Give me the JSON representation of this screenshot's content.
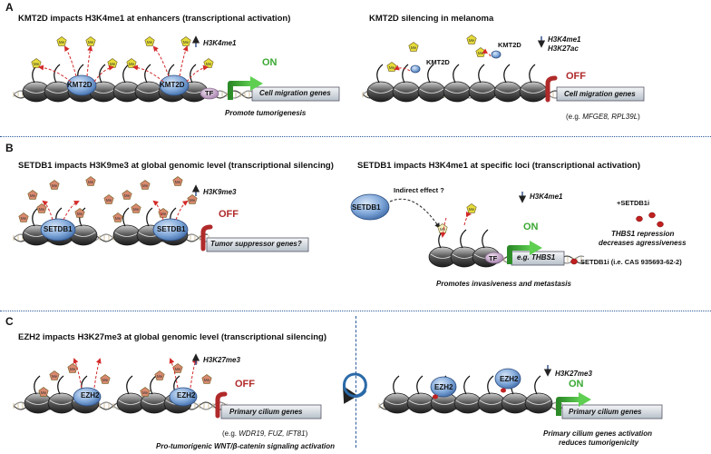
{
  "panels": {
    "a": {
      "letter": "A",
      "left": {
        "title": "KMT2D impacts H3K4me1 at enhancers (transcriptional activation)",
        "mark": "H3K4me1",
        "enzyme": "KMT2D",
        "tf": "TF",
        "state": "ON",
        "gene_box": "Cell migration genes",
        "caption": "Promote tumorigenesis"
      },
      "right": {
        "title": "KMT2D silencing in melanoma",
        "mark_1": "H3K4me1",
        "mark_2": "H3K27ac",
        "enzyme": "KMT2D",
        "state": "OFF",
        "gene_box": "Cell migration genes",
        "eg_prefix": "(e.g. ",
        "eg_genes": "MFGE8, RPL39L",
        "eg_suffix": ")"
      }
    },
    "b": {
      "letter": "B",
      "left": {
        "title": "SETDB1 impacts H3K9me3 at global genomic level (transcriptional silencing)",
        "mark": "H3K9me3",
        "enzyme": "SETDB1",
        "state": "OFF",
        "gene_box": "Tumor suppressor genes?"
      },
      "right": {
        "title": "SETDB1 impacts H3K4me1 at specific loci (transcriptional activation)",
        "mark": "H3K4me1",
        "enzyme": "SETDB1",
        "indirect": "Indirect effect ?",
        "tf": "TF",
        "state": "ON",
        "gene_box": "e.g. THBS1",
        "inhibitor_plus": "+SETDB1i",
        "repression_gene": "THBS1",
        "repression_rest": " repression",
        "repression_line2": "decreases agressiveness",
        "inhibitor_legend": "SETDB1i (i.e. CAS 935693-62-2)",
        "caption": "Promotes invasiveness and metastasis"
      }
    },
    "c": {
      "letter": "C",
      "left": {
        "title": "EZH2 impacts H3K27me3 at global genomic level (transcriptional silencing)",
        "mark": "H3K27me3",
        "enzyme": "EZH2",
        "state": "OFF",
        "gene_box": "Primary cilium genes",
        "eg_prefix": "(e.g. ",
        "eg_genes": "WDR19, FUZ, IFT81",
        "eg_suffix": ")",
        "caption": "Pro-tumorigenic WNT/β-catenin signaling activation"
      },
      "right": {
        "mark": "H3K27me3",
        "enzyme": "EZH2",
        "state": "ON",
        "gene_box": "Primary cilium genes",
        "caption_1": "Primary cilium genes activation",
        "caption_2": "reduces tumorigenicity"
      }
    },
    "me_label": "Me"
  },
  "colors": {
    "on": "#3aa832",
    "off": "#b02a2a",
    "arrow_blue": "#2b4a86",
    "dotted_line": "#2c5a9a",
    "me_yellow": "#e6dc3a",
    "me_salmon": "#d98a70",
    "enzyme_blue": "#7ea6d8",
    "tf_lilac": "#c8a6cc"
  }
}
